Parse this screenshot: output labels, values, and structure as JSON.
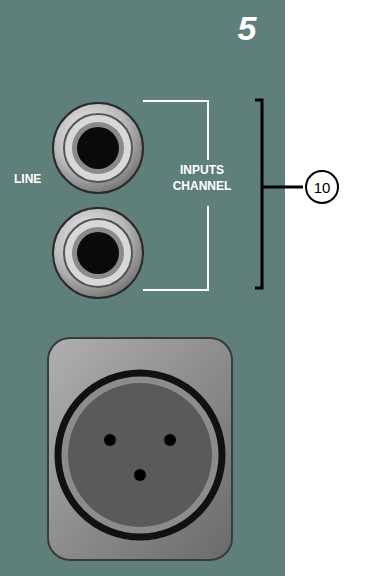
{
  "diagram": {
    "nodes": [
      {
        "text": [
          "10"
        ]
      }
    ],
    "labels": [
      "5",
      "LINE",
      "INPUTS CHANNEL"
    ]
  }
}
